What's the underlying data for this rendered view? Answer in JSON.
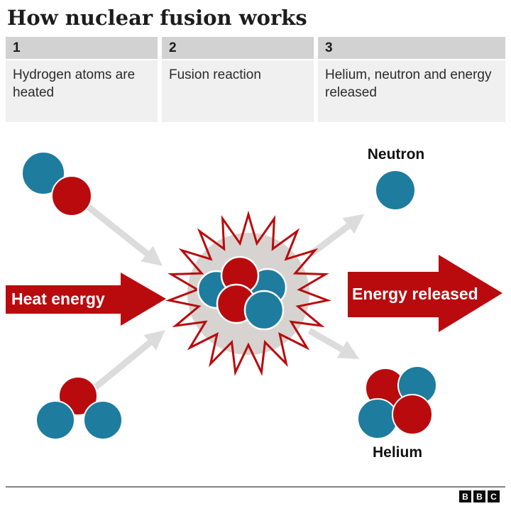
{
  "title": "How nuclear fusion works",
  "steps": [
    {
      "number": "1",
      "text": "Hydrogen atoms are heated"
    },
    {
      "number": "2",
      "text": "Fusion reaction"
    },
    {
      "number": "3",
      "text": "Helium, neutron and energy released"
    }
  ],
  "diagram": {
    "heat_arrow_label": "Heat energy",
    "energy_arrow_label": "Energy released",
    "neutron_label": "Neutron",
    "helium_label": "Helium"
  },
  "footer": {
    "logo_letters": [
      "B",
      "B",
      "C"
    ]
  },
  "colors": {
    "red": "#b90b0e",
    "blue": "#1e7c9e",
    "arrow_gray": "#dcdcdc",
    "burst_gray": "#d6d3d0",
    "step_header_gray": "#d2d2d2",
    "step_body_gray": "#f0f0f0"
  }
}
